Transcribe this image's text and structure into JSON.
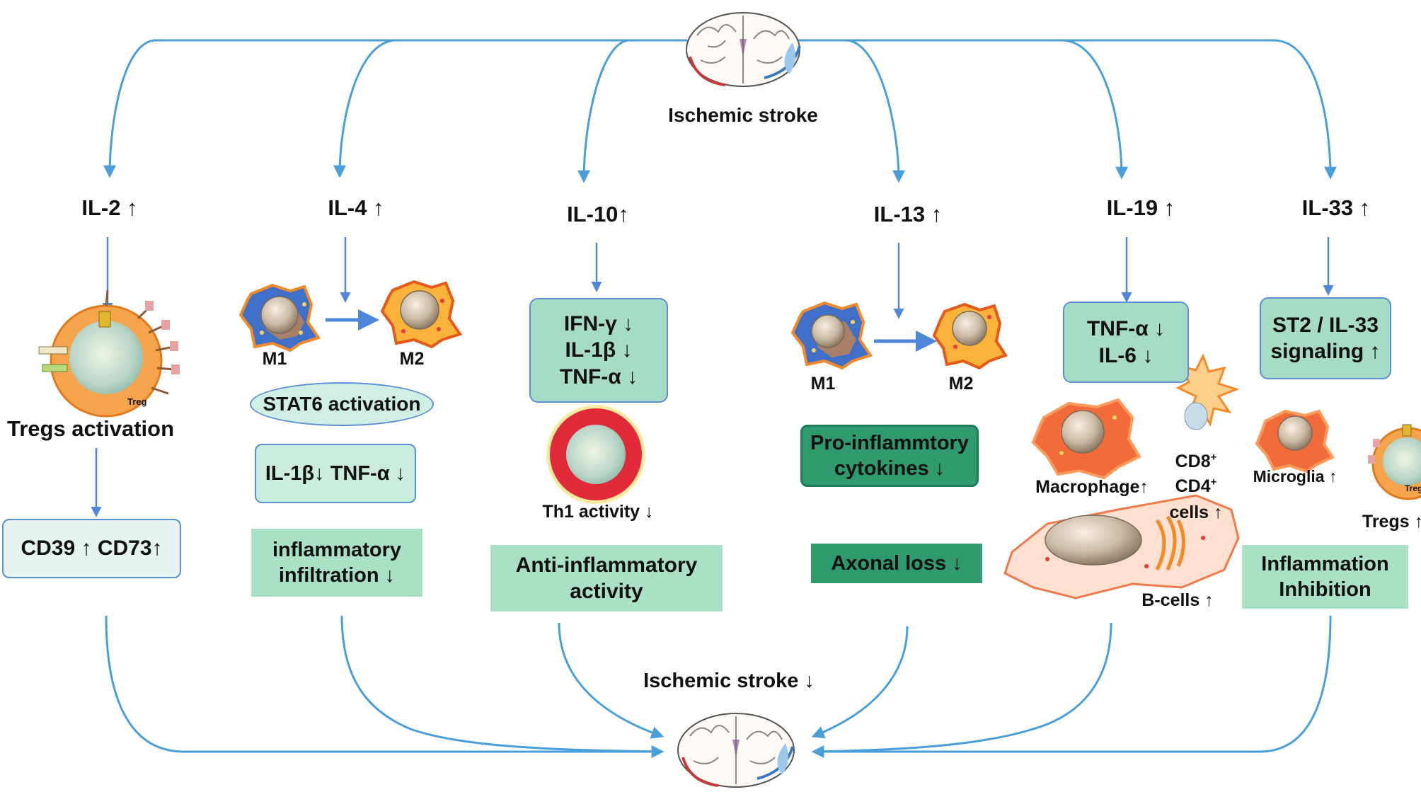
{
  "top": {
    "title": "Ischemic stroke"
  },
  "bottom": {
    "title": "Ischemic stroke ↓"
  },
  "il2": {
    "label": "IL-2 ↑",
    "cell_text": "Treg",
    "caption": "Tregs activation",
    "box": "CD39 ↑  CD73↑"
  },
  "il4": {
    "label": "IL-4 ↑",
    "m1": "M1",
    "m2": "M2",
    "ellipse": "STAT6 activation",
    "box": "IL-1β↓ TNF-α ↓",
    "effect_lines": [
      "inflammatory",
      "infiltration ↓"
    ]
  },
  "il10": {
    "label": "IL-10↑",
    "box_lines": [
      "IFN-γ ↓",
      "IL-1β ↓",
      "TNF-α ↓"
    ],
    "cell_caption": "Th1 activity ↓",
    "effect_lines": [
      "Anti-inflammatory",
      "activity"
    ]
  },
  "il13": {
    "label": "IL-13 ↑",
    "m1": "M1",
    "m2": "M2",
    "box_lines": [
      "Pro-inflammtory",
      "cytokines ↓"
    ],
    "effect": "Axonal loss ↓"
  },
  "il19": {
    "label": "IL-19 ↑",
    "box_lines": [
      "TNF-α ↓",
      "IL-6 ↓"
    ],
    "macrophage": "Macrophage↑",
    "cd8": "CD8",
    "cd4": "CD4",
    "cells": "cells ↑",
    "bcells": "B-cells ↑"
  },
  "il33": {
    "label": "IL-33 ↑",
    "box_lines": [
      "ST2 / IL-33",
      "signaling ↑"
    ],
    "microglia": "Microglia ↑",
    "cell_text": "Treg",
    "tregs": "Tregs ↑",
    "effect_lines": [
      "Inflammation",
      "Inhibition"
    ]
  },
  "colors": {
    "arrow": "#4a9fd9",
    "connector": "#4f86d8",
    "box_mint": "#a6dcc5",
    "box_dark": "#2f9a6e",
    "cell_orange": "#f08a2a",
    "cell_blue": "#3f6fc8",
    "cell_red": "#e02a3a"
  }
}
